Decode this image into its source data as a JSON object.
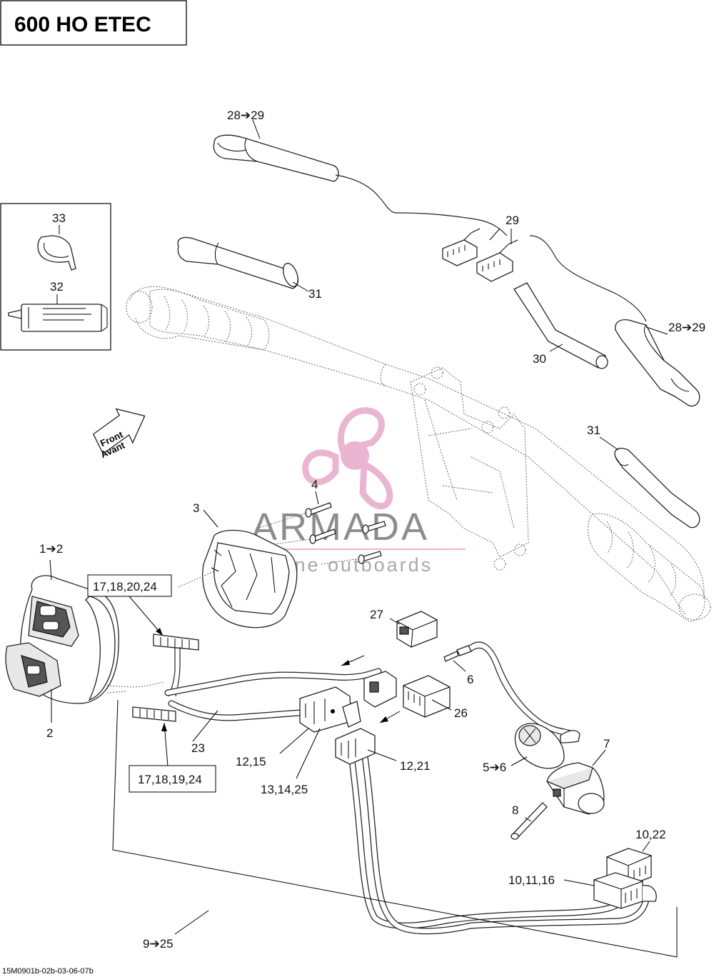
{
  "title": "600 HO ETEC",
  "figure_ref": "15M0901b-02b-03-06-07b",
  "front_arrow": {
    "line1": "Front",
    "line2": "Avant"
  },
  "watermark": {
    "brand": "ARMADA",
    "tagline": "marine outboards"
  },
  "callouts": {
    "c28_29_top": "28➔29",
    "c29": "29",
    "c28_29_right": "28➔29",
    "c30": "30",
    "c31_top": "31",
    "c31_right": "31",
    "c33": "33",
    "c32": "32",
    "c4": "4",
    "c3": "3",
    "c1_2": "1➔2",
    "c2": "2",
    "c17_18_20_24": "17,18,20,24",
    "c17_18_19_24": "17,18,19,24",
    "c23": "23",
    "c27": "27",
    "c6": "6",
    "c26": "26",
    "c12_15": "12,15",
    "c13_14_25": "13,14,25",
    "c12_21": "12,21",
    "c5_6": "5➔6",
    "c7": "7",
    "c8": "8",
    "c10_22": "10,22",
    "c10_11_16": "10,11,16",
    "c9_25": "9➔25"
  }
}
